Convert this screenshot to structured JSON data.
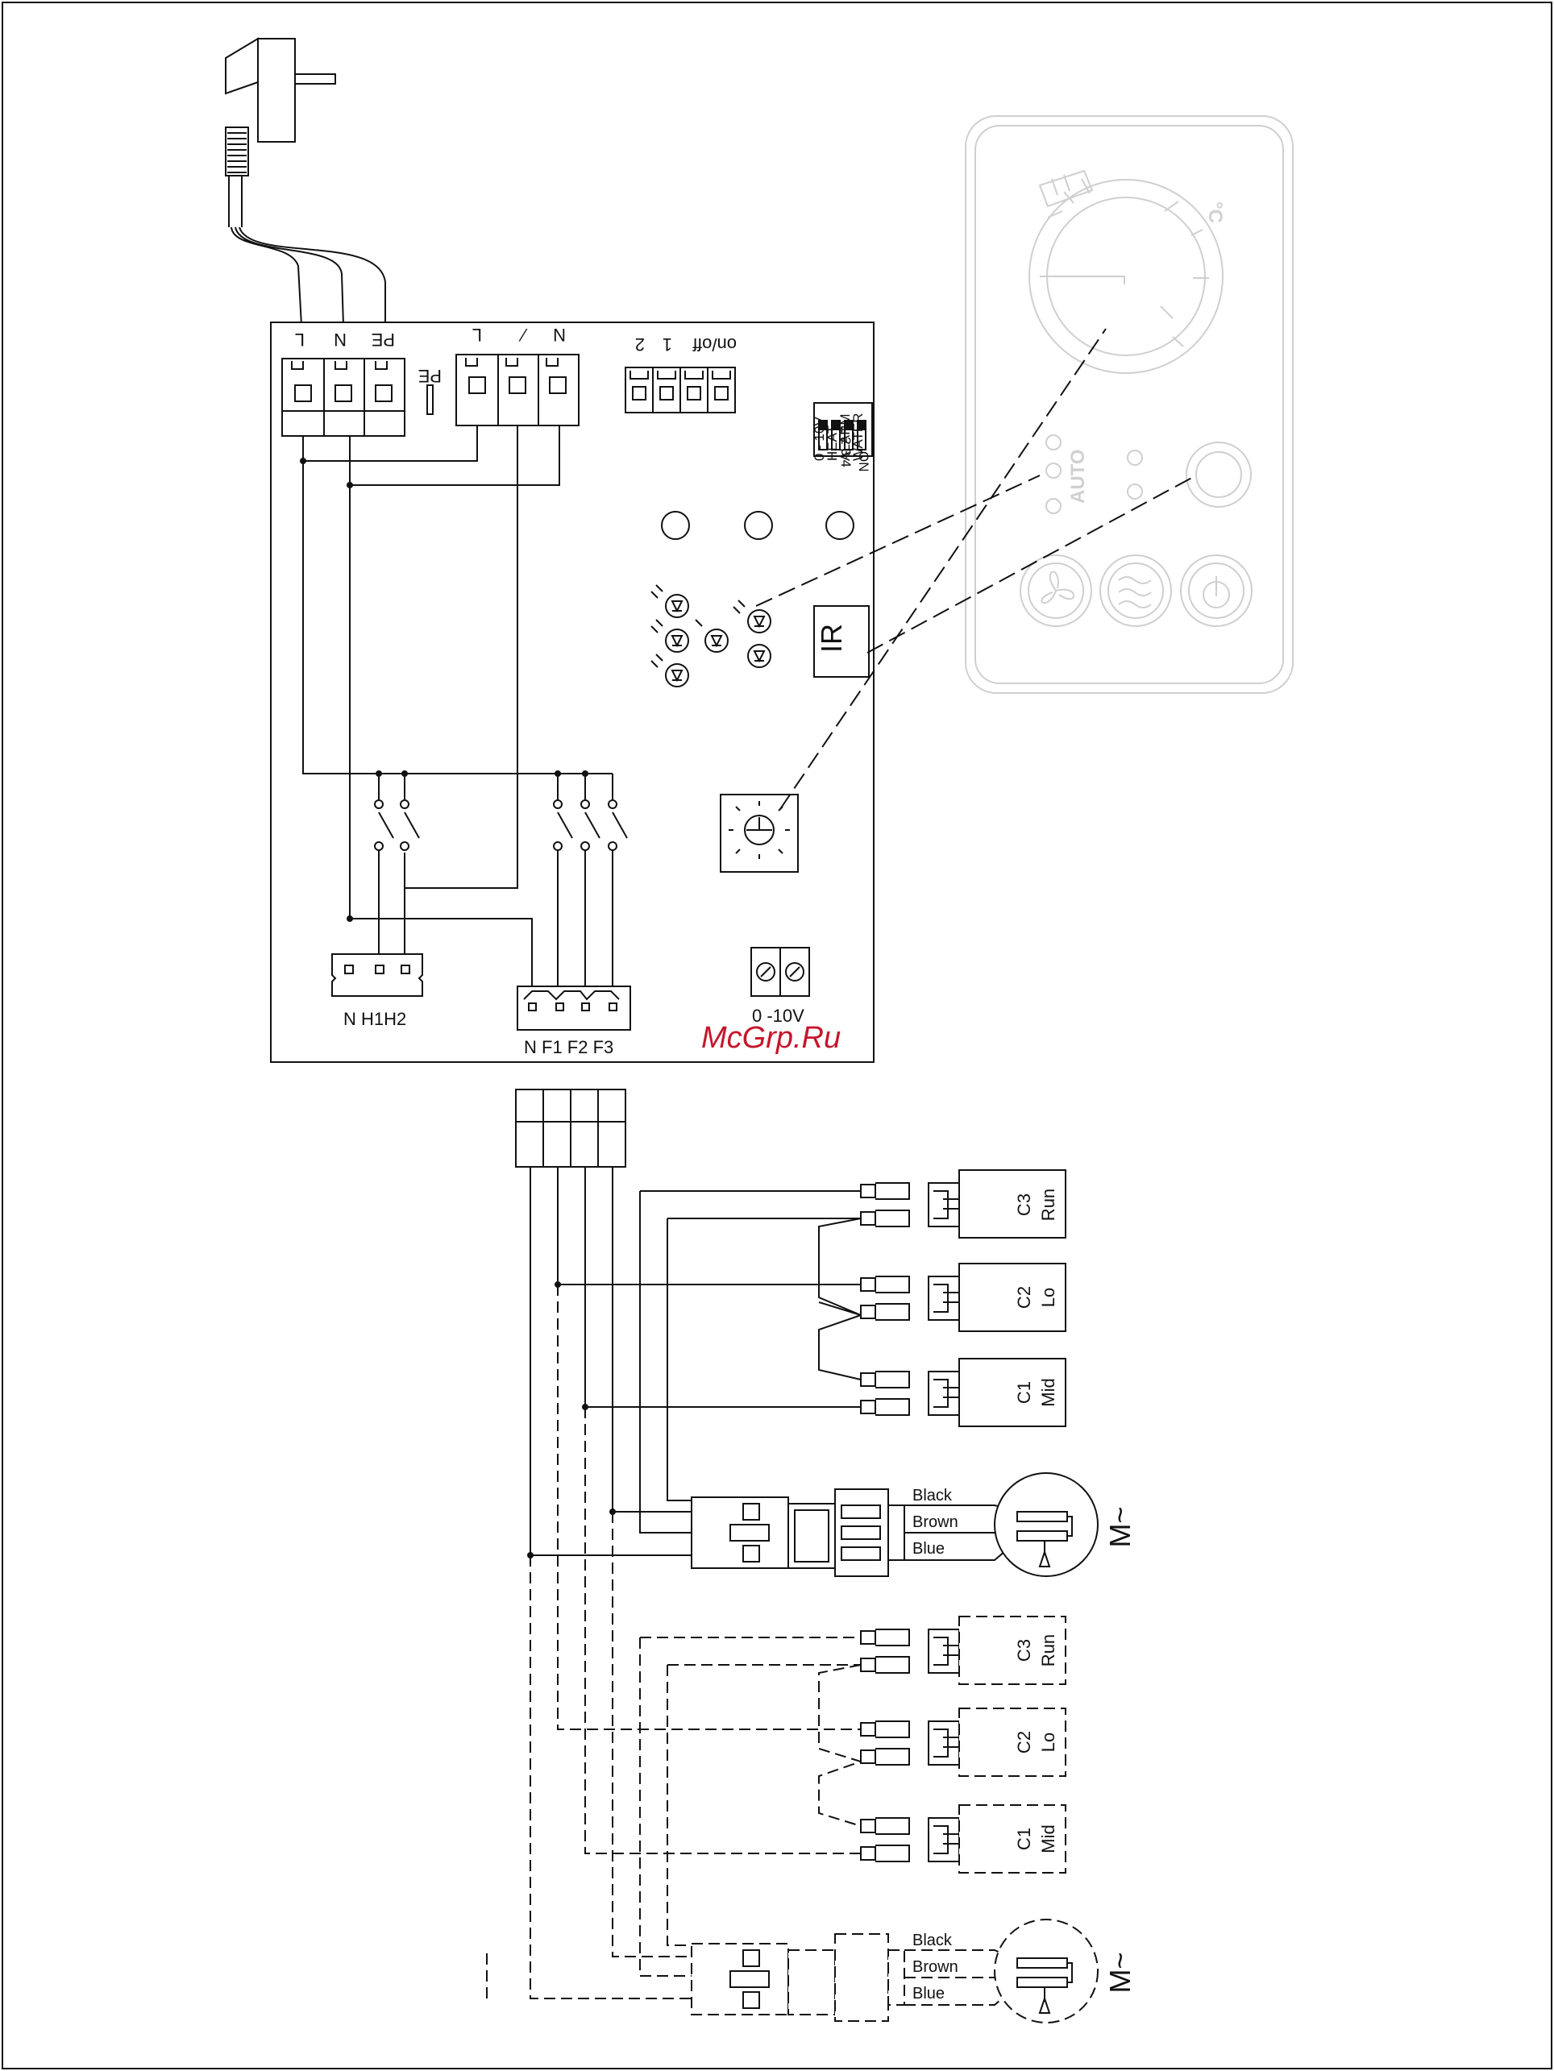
{
  "board": {
    "power_terminals": [
      "L",
      "N",
      "PE"
    ],
    "pe_label": "PE",
    "output_terminals": [
      "L",
      "⁄",
      "N"
    ],
    "control_terminals": [
      "2",
      "1",
      "on/off"
    ],
    "dip_numbers": "1 2 3 4",
    "dip_on": "ON",
    "dip_labels": [
      "0 - 10V",
      "HEAT",
      "ALARM",
      "WATER"
    ],
    "ir_label": "IR",
    "connector_h": "N H1H2",
    "connector_f": "N F1 F2 F3",
    "analog_label": "0 -10V",
    "watermark": "McGrp.Ru"
  },
  "panel": {
    "auto_label": "AUTO",
    "unit_label": "°C"
  },
  "capacitors_solid": [
    {
      "code": "C3",
      "speed": "Run"
    },
    {
      "code": "C2",
      "speed": "Lo"
    },
    {
      "code": "C1",
      "speed": "Mid"
    }
  ],
  "capacitors_dashed": [
    {
      "code": "C3",
      "speed": "Run"
    },
    {
      "code": "C2",
      "speed": "Lo"
    },
    {
      "code": "C1",
      "speed": "Mid"
    }
  ],
  "motor_solid": {
    "wires": [
      "Black",
      "Brown",
      "Blue"
    ],
    "symbol": "M~"
  },
  "motor_dashed": {
    "wires": [
      "Black",
      "Brown",
      "Blue"
    ],
    "symbol": "M~"
  }
}
